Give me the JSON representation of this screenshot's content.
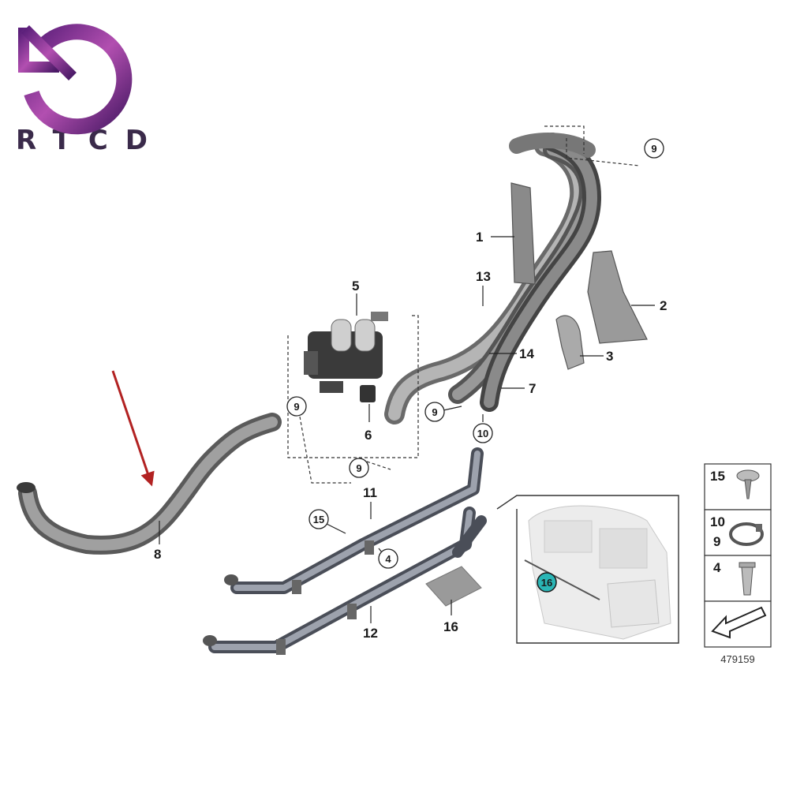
{
  "logo": {
    "text": "RTCD",
    "colors": {
      "primary": "#6a2a8a",
      "accent": "#c05ab8"
    },
    "icon": "circular-arrow-icon"
  },
  "diagram": {
    "callouts": {
      "c1": "1",
      "c2": "2",
      "c3": "3",
      "c4": "4",
      "c5": "5",
      "c6": "6",
      "c7": "7",
      "c8": "8",
      "c9a": "9",
      "c9b": "9",
      "c9c": "9",
      "c9d": "9",
      "c10": "10",
      "c11": "11",
      "c12": "12",
      "c13": "13",
      "c14": "14",
      "c15": "15",
      "c16": "16",
      "c16inset": "16"
    },
    "highlight_arrow_color": "#b22222",
    "inset_highlight_color": "#2ab5b5"
  },
  "legend": {
    "items": [
      {
        "numbers": [
          "15"
        ],
        "part": "clip-screw-icon"
      },
      {
        "numbers": [
          "10",
          "9"
        ],
        "part": "hose-clamp-icon"
      },
      {
        "numbers": [
          "4"
        ],
        "part": "expanding-nut-icon"
      },
      {
        "numbers": [],
        "part": "direction-arrow-icon"
      }
    ],
    "diagram_number": "479159"
  }
}
